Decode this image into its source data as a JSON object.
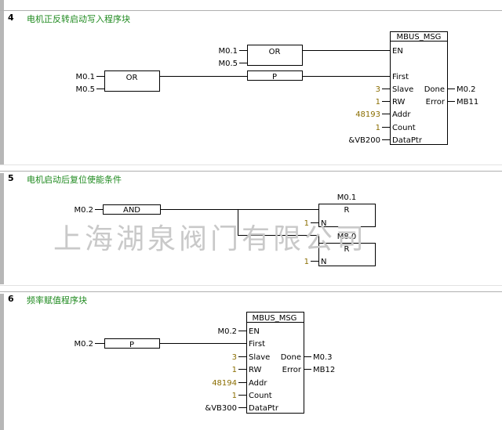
{
  "networks": [
    {
      "number": "4",
      "title": "电机正反转启动写入程序块"
    },
    {
      "number": "5",
      "title": "电机启动后复位使能条件"
    },
    {
      "number": "6",
      "title": "频率赋值程序块"
    }
  ],
  "watermark": "上海湖泉阀门有限公司",
  "n4": {
    "or1": {
      "label": "OR",
      "in1": "M0.1",
      "in2": "M0.5"
    },
    "or2": {
      "label": "OR",
      "in1": "M0.1",
      "in2": "M0.5"
    },
    "p": {
      "label": "P"
    },
    "block": {
      "title": "MBUS_MSG",
      "pins": {
        "en": "EN",
        "first": "First",
        "slave": "Slave",
        "rw": "RW",
        "addr": "Addr",
        "count": "Count",
        "dataptr": "DataPtr",
        "done": "Done",
        "error": "Error"
      },
      "values": {
        "slave": "3",
        "rw": "1",
        "addr": "48193",
        "count": "1",
        "dataptr": "&VB200",
        "done": "M0.2",
        "error": "MB11"
      }
    }
  },
  "n5": {
    "input": "M0.2",
    "and": "AND",
    "r1": {
      "operand": "M0.1",
      "label": "R",
      "pin": "N",
      "n": "1"
    },
    "r2": {
      "operand": "M8.0",
      "label": "R",
      "pin": "N",
      "n": "1"
    }
  },
  "n6": {
    "input": "M0.2",
    "p": "P",
    "block": {
      "title": "MBUS_MSG",
      "pins": {
        "en": "EN",
        "first": "First",
        "slave": "Slave",
        "rw": "RW",
        "addr": "Addr",
        "count": "Count",
        "dataptr": "DataPtr",
        "done": "Done",
        "error": "Error"
      },
      "values": {
        "en": "M0.2",
        "slave": "3",
        "rw": "1",
        "addr": "48194",
        "count": "1",
        "dataptr": "&VB300",
        "done": "M0.3",
        "error": "MB12"
      }
    }
  },
  "colors": {
    "title": "#1f8a1f",
    "constant": "#8a6d00",
    "line": "#000000",
    "watermark": "#c9c9c9"
  }
}
